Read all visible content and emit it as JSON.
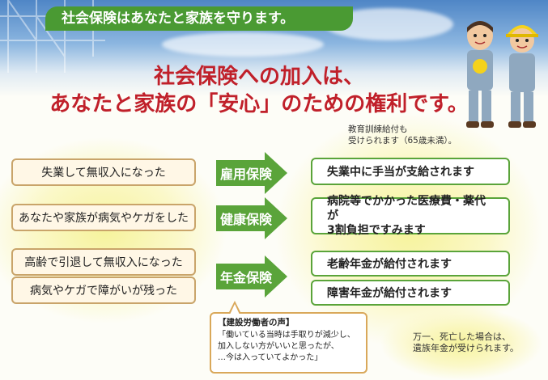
{
  "banner": {
    "text": "社会保険はあなたと家族を守ります。"
  },
  "headline": {
    "line1": "社会保険への加入は、",
    "line2": "あなたと家族の「安心」のための権利です。"
  },
  "note_top": {
    "line1": "教育訓練給付も",
    "line2": "受けられます（65歳未満）。"
  },
  "causes": [
    "失業して無収入になった",
    "あなたや家族が病気やケガをした",
    "高齢で引退して無収入になった",
    "病気やケガで障がいが残った"
  ],
  "insurance": [
    {
      "label": "雇用保険"
    },
    {
      "label": "健康保険"
    },
    {
      "label": "年金保険"
    }
  ],
  "benefits": [
    {
      "line1": "失業中に手当が支給されます"
    },
    {
      "line1": "病院等でかかった医療費・薬代が",
      "line2": "3割負担ですみます"
    },
    {
      "line1": "老齢年金が給付されます"
    },
    {
      "line1": "障害年金が給付されます"
    }
  ],
  "voice": {
    "title": "【建設労働者の声】",
    "line1": "「働いている当時は手取りが減少し、",
    "line2": "加入しない方がいいと思ったが、",
    "line3": "…今は入っていてよかった」"
  },
  "note_bottom": {
    "line1": "万一、死亡した場合は、",
    "line2": "遺族年金が受けられます。"
  },
  "colors": {
    "green": "#4a9a33",
    "red": "#c0202a",
    "gold": "#c9a46a"
  }
}
